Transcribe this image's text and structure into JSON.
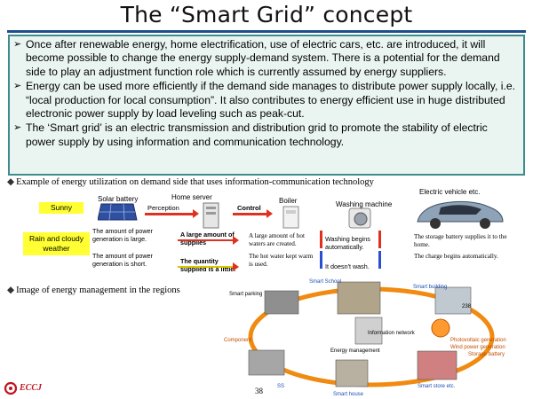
{
  "slide": {
    "title": "The “Smart Grid” concept",
    "bullets": [
      "Once after renewable energy, home electrification, use of electric cars, etc. are introduced, it will become possible to change the energy supply-demand system. There is a potential for the demand side to play an adjustment function role which is currently assumed by energy suppliers.",
      "Energy can be used more efficiently if the demand side manages to distribute power supply locally, i.e. “local production for local consumption”. It also contributes to energy efficient use in huge distributed electronic power supply by load leveling such as peak-cut.",
      "The ‘Smart grid’ is an electric transmission and distribution grid to promote the stability of electric power supply by using information and communication technology."
    ],
    "section1_title": "Example of energy utilization on demand side that uses information-communication technology",
    "section2_title": "Image of energy management in the regions",
    "page_number": "38",
    "logo_text": "ECCJ"
  },
  "example": {
    "sunny": "Sunny",
    "rain": "Rain and cloudy weather",
    "solar_battery": "Solar battery",
    "home_server": "Home server",
    "perception": "Perception",
    "control": "Control",
    "boiler": "Boiler",
    "washing_machine": "Washing machine",
    "ev": "Electric vehicle etc.",
    "power_large": "The amount of power generation is large.",
    "power_short": "The amount of power generation is short.",
    "supplies_large": "A large amount of supplies",
    "supplied_little": "The quantity supplied is a little.",
    "hot_water": "A large amount of hot waters are created.",
    "hot_water_kept": "The hot water kept warm is used.",
    "washing_begins": "Washing begins automatically.",
    "doesnt_wash": "It doesn't wash.",
    "storage_supplies": "The storage battery supplies it to the home.",
    "charge_begins": "The charge begins automatically."
  },
  "regions": {
    "smart_parking": "Smart parking",
    "smart_school": "Smart School",
    "smart_building": "Smart building",
    "component": "Component",
    "information_network": "Information network",
    "photovoltaic": "Photovoltaic generation",
    "wind_power": "Wind power generation",
    "storage_battery": "Storage battery",
    "energy_management": "Energy management",
    "smart_house": "Smart house",
    "smart_store": "Smart store etc.",
    "label_ss": "SS",
    "label_238": "238"
  },
  "colors": {
    "title_rule": "#1f4e8c",
    "bullet_box_bg": "#eaf5f1",
    "bullet_box_border": "#3e8c8c",
    "accent_red": "#e03020",
    "accent_blue": "#2a4fd0",
    "weather_yellow": "#ffff33",
    "logo_red": "#c0141c"
  },
  "icons": [
    "sun-icon",
    "solar-panel-icon",
    "server-icon",
    "boiler-icon",
    "washing-machine-icon",
    "electric-car-icon",
    "orange-ring-icon",
    "building-icon",
    "house-icon",
    "logo-icon"
  ]
}
